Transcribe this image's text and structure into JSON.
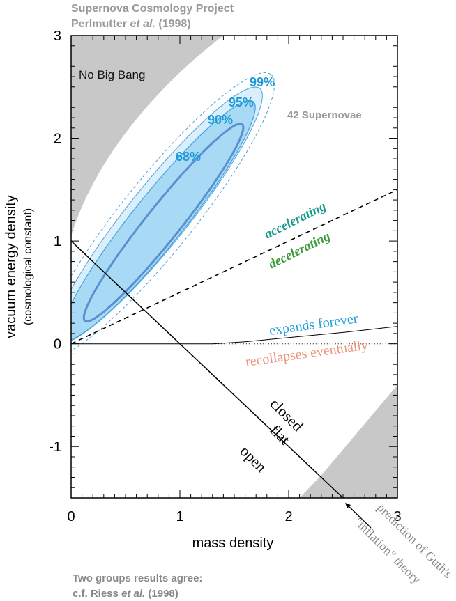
{
  "header": {
    "project": "Supernova Cosmology Project",
    "authors": "Perlmutter",
    "authors_etal": "et al.",
    "year": "(1998)"
  },
  "footer": {
    "line1": "Two groups results agree:",
    "line2_prefix": "c.f.  Riess",
    "line2_etal": "et al.",
    "line2_year": "(1998)"
  },
  "colors": {
    "contour_dark": "#4aa3df",
    "contour_fill_inner": "#a9daf5",
    "contour_fill_outer": "#d9f0fc",
    "contour_label": "#1e9ad6",
    "excluded_region": "#c8c8c8",
    "accelerating": "#1a9c8c",
    "decelerating": "#3c9c3c",
    "expands_forever": "#1ea0dc",
    "recollapses": "#e8957a",
    "gray_text": "#999999"
  },
  "chart_data": {
    "type": "contour",
    "xlabel": "mass density",
    "ylabel": "vacuum energy density",
    "ylabel_sub": "(cosmological constant)",
    "xlim": [
      0,
      3
    ],
    "ylim": [
      -1.5,
      3
    ],
    "x_ticks": [
      0,
      1,
      2,
      3
    ],
    "y_ticks": [
      -1,
      0,
      1,
      2,
      3
    ],
    "x_tick_labels": [
      "0",
      "1",
      "2",
      "3"
    ],
    "y_tick_labels": [
      "-1",
      "0",
      "1",
      "2",
      "3"
    ],
    "contours": [
      {
        "label": "68%",
        "center": [
          0.85,
          1.18
        ],
        "semi_major": 1.2,
        "semi_minor": 0.16,
        "angle_deg": 53
      },
      {
        "label": "90%",
        "center": [
          0.8,
          1.2
        ],
        "semi_major": 1.45,
        "semi_minor": 0.24,
        "angle_deg": 53
      },
      {
        "label": "95%",
        "center": [
          0.8,
          1.25
        ],
        "semi_major": 1.55,
        "semi_minor": 0.28,
        "angle_deg": 53
      },
      {
        "label": "99%",
        "center": [
          0.8,
          1.25
        ],
        "semi_major": 1.72,
        "semi_minor": 0.34,
        "angle_deg": 53
      }
    ],
    "lines": {
      "flat": {
        "x": [
          0,
          2.5
        ],
        "y": [
          1,
          -1.5
        ]
      },
      "accelerating_boundary": {
        "x": [
          0,
          3
        ],
        "y": [
          0,
          1.5
        ]
      },
      "expands_forever_boundary": {
        "x": [
          0,
          1.3,
          1.6,
          2,
          2.5,
          3
        ],
        "y": [
          0,
          0,
          0.02,
          0.06,
          0.11,
          0.17
        ]
      },
      "zero_line": {
        "x": [
          1.3,
          3
        ],
        "y": [
          0,
          0
        ]
      }
    },
    "regions": {
      "no_big_bang": {
        "x": [
          0,
          0,
          0.8,
          1.4
        ],
        "y": [
          1.05,
          3,
          3,
          3
        ]
      },
      "bottom_right": {
        "x": [
          2.1,
          2.3,
          3,
          3
        ],
        "y": [
          -1.5,
          -1.28,
          -0.4,
          -1.5
        ]
      }
    },
    "annotations": {
      "no_big_bang": "No Big Bang",
      "supernovae": "42 Supernovae",
      "accelerating": "accelerating",
      "decelerating": "decelerating",
      "expands_forever": "expands forever",
      "recollapses": "recollapses eventually",
      "closed": "closed",
      "flat": "flat",
      "open": "open",
      "inflation_line1": "prediction of Guth's",
      "inflation_line2": "\"inflation\" theory"
    }
  }
}
